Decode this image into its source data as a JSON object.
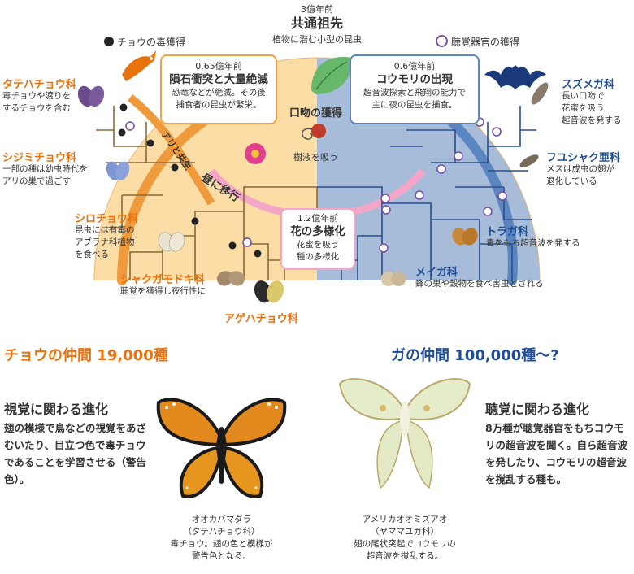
{
  "top": {
    "date": "3億年前",
    "title": "共通祖先",
    "subtitle": "植物に潜む小型の昆虫"
  },
  "legend": {
    "poison": "チョウの毒獲得",
    "hearing": "聴覚器官の獲得"
  },
  "tree_labels": {
    "ant": "アリと共生",
    "day": "昼に移行",
    "mouth": "口吻の獲得",
    "sap": "樹液を吸う"
  },
  "callouts": {
    "meteor": {
      "date": "0.65億年前",
      "title": "隕石衝突と大量絶滅",
      "body": "恐竜などが絶滅。その後\n捕食者の昆虫が繁栄。"
    },
    "bat": {
      "date": "0.6億年前",
      "title": "コウモリの出現",
      "body": "超音波探索と飛翔の能力で\n主に夜の昆虫を捕食。"
    },
    "flower": {
      "date": "1.2億年前",
      "title": "花の多様化",
      "body": "花蜜を吸う\n種の多様化"
    }
  },
  "families_left": [
    {
      "name": "タテハチョウ科",
      "desc": "毒チョウや渡りを\nするチョウを含む"
    },
    {
      "name": "シジミチョウ科",
      "desc": "一部の種は幼虫時代を\nアリの巣で過ごす"
    },
    {
      "name": "シロチョウ科",
      "desc": "昆虫には有毒の\nアブラナ科植物\nを食べる"
    },
    {
      "name": "シャクガモドキ科",
      "desc": "聴覚を獲得し夜行性に"
    },
    {
      "name": "アゲハチョウ科",
      "desc": ""
    }
  ],
  "families_right": [
    {
      "name": "スズメガ科",
      "desc": "長い口吻で\n花蜜を吸う\n超音波を発する"
    },
    {
      "name": "フユシャク亜科",
      "desc": "メスは成虫の翅が\n退化している"
    },
    {
      "name": "トラガ科",
      "desc": "毒をもち超音波を発する"
    },
    {
      "name": "メイガ科",
      "desc": "蜂の巣や穀物を食べ害虫とされる"
    }
  ],
  "bottom": {
    "butterfly_title": "チョウの仲間 19,000種",
    "moth_title": "ガの仲間 100,000種〜?",
    "visual_title": "視覚に関わる進化",
    "visual_body": "翅の模様で鳥などの視覚をあざむいたり、目立つ色で毒チョウであることを学習させる（警告色）。",
    "hearing_title": "聴覚に関わる進化",
    "hearing_body": "8万種が聴覚器官をもちコウモリの超音波を聞く。自ら超音波を発したり、コウモリの超音波を撹乱する種も。",
    "caption_left": "オオカバマダラ\n（タテハチョウ科）\n毒チョウ。翅の色と模様が\n警告色となる。",
    "caption_right": "アメリカオオミズアオ\n（ヤママユガ科）\n翅の尾状突起でコウモリの\n超音波を撹乱する。"
  },
  "colors": {
    "butterfly_fan": "#fcdda6",
    "moth_fan": "#a6bcd9",
    "orange": "#e8720c",
    "blue": "#1f4c96",
    "pink": "#f4a6c8",
    "leaf": "#67b86a"
  }
}
